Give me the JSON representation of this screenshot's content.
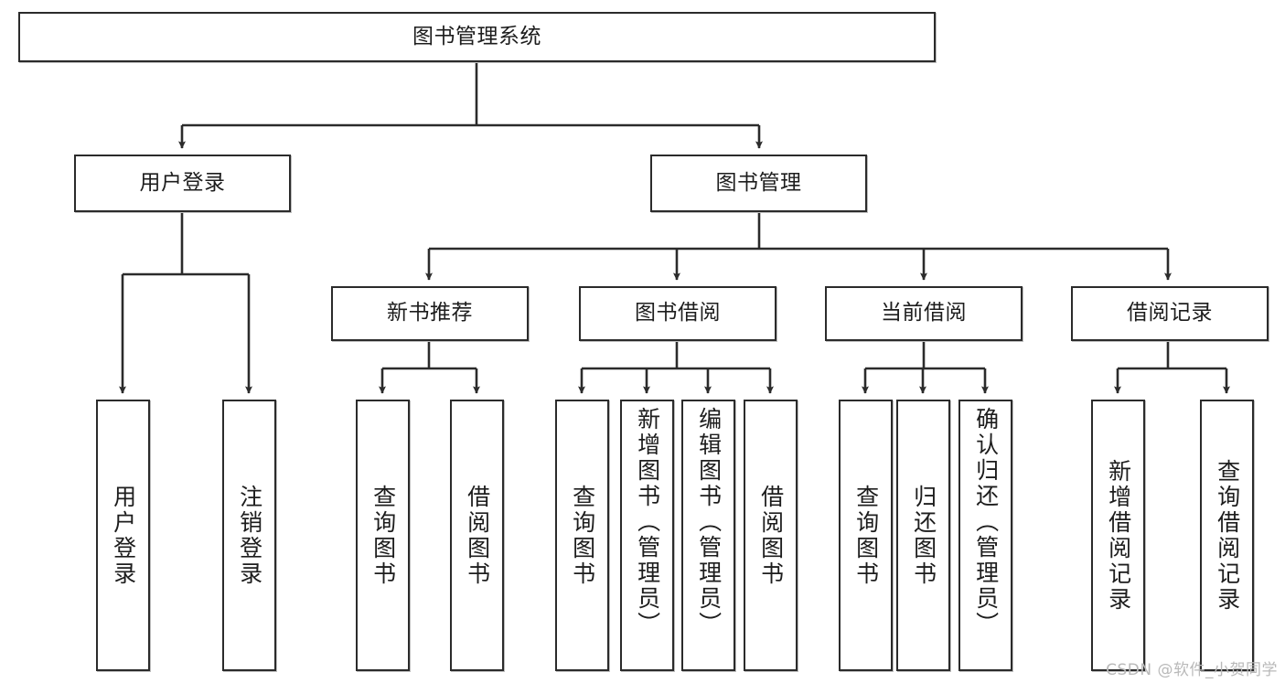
{
  "diagram": {
    "title": "图书管理系统",
    "type": "tree",
    "watermark": "CSDN @软件_小贺同学",
    "colors": {
      "box_border": "#2b2b2b",
      "box_fill": "#ffffff",
      "edge": "#2b2b2b",
      "text": "#1d1d1d",
      "watermark": "#b9b9b9",
      "background": "#ffffff"
    },
    "nodes": {
      "root": {
        "label": "图书管理系统"
      },
      "level2": [
        {
          "id": "user-login",
          "label": "用户登录"
        },
        {
          "id": "book-manage",
          "label": "图书管理"
        }
      ],
      "level3": [
        {
          "id": "new-book-recommend",
          "label": "新书推荐"
        },
        {
          "id": "book-borrow",
          "label": "图书借阅"
        },
        {
          "id": "current-borrow",
          "label": "当前借阅"
        },
        {
          "id": "borrow-record",
          "label": "借阅记录"
        }
      ],
      "leaves": {
        "user_login": [
          {
            "id": "leaf-user-login",
            "label": "用户登录"
          },
          {
            "id": "leaf-logout-login",
            "label": "注销登录"
          }
        ],
        "new_book_recommend": [
          {
            "id": "leaf-query-book-1",
            "label": "查询图书"
          },
          {
            "id": "leaf-borrow-book-1",
            "label": "借阅图书"
          }
        ],
        "book_borrow": [
          {
            "id": "leaf-query-book-2",
            "label": "查询图书"
          },
          {
            "id": "leaf-add-book",
            "label": "新增图书（管理员）"
          },
          {
            "id": "leaf-edit-book",
            "label": "编辑图书（管理员）"
          },
          {
            "id": "leaf-borrow-book-2",
            "label": "借阅图书"
          }
        ],
        "current_borrow": [
          {
            "id": "leaf-query-book-3",
            "label": "查询图书"
          },
          {
            "id": "leaf-return-book",
            "label": "归还图书"
          },
          {
            "id": "leaf-confirm-return",
            "label": "确认归还（管理员）"
          }
        ],
        "borrow_record": [
          {
            "id": "leaf-add-record",
            "label": "新增借阅记录"
          },
          {
            "id": "leaf-query-record",
            "label": "查询借阅记录"
          }
        ]
      }
    }
  }
}
